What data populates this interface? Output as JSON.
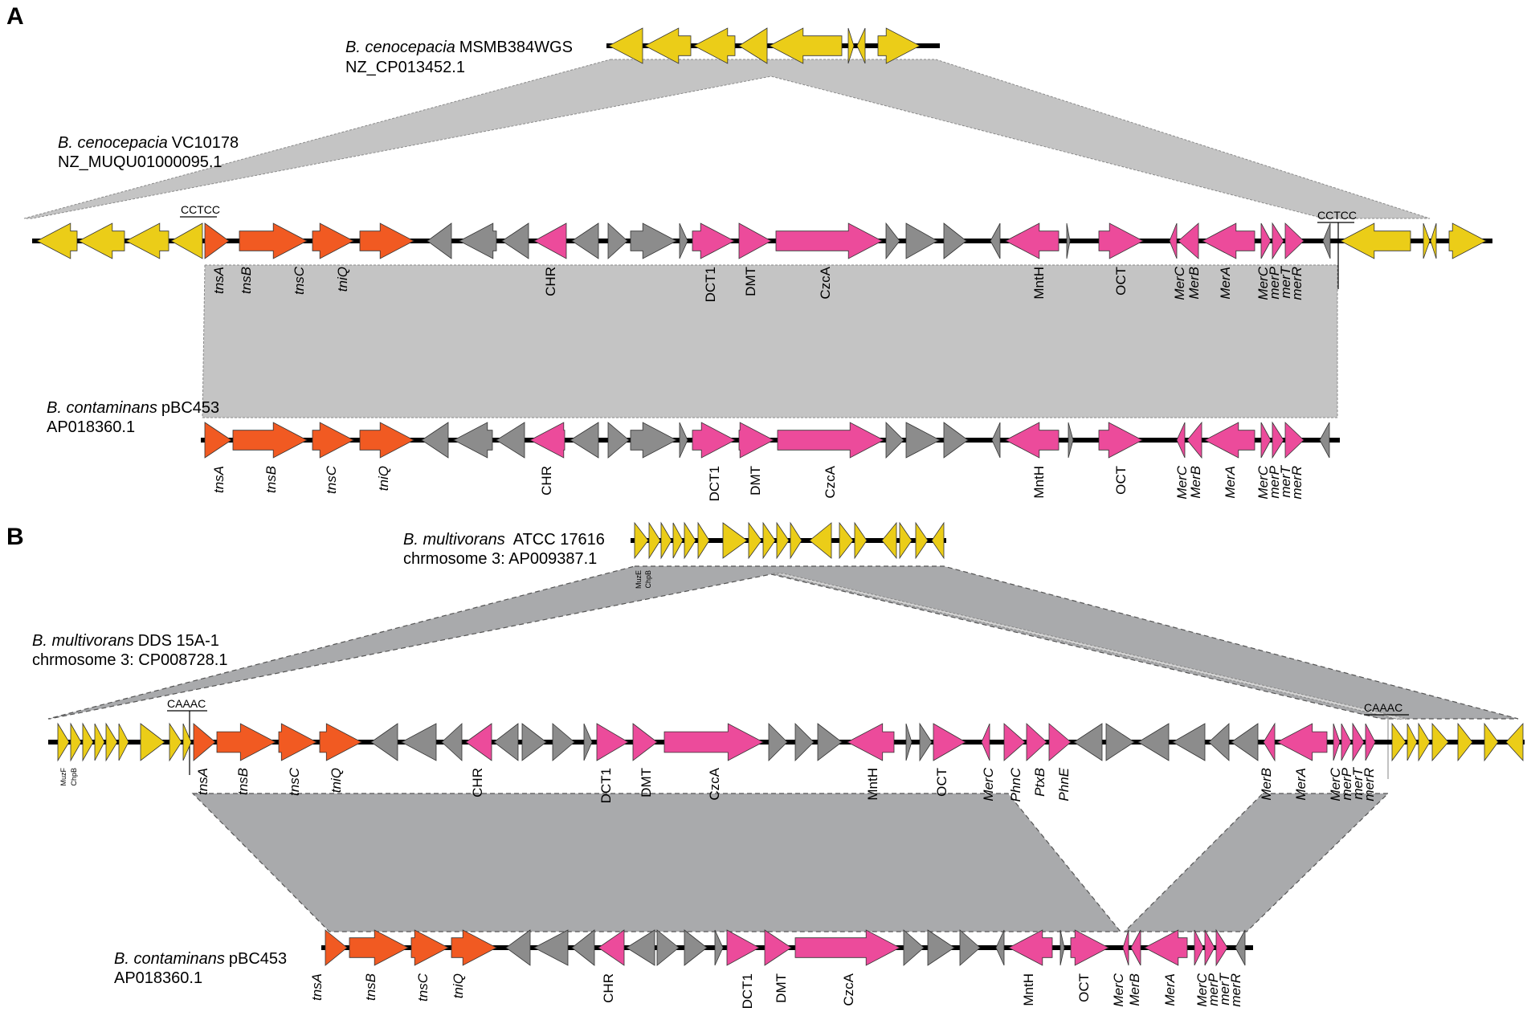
{
  "panels": [
    {
      "letter": "A"
    },
    {
      "letter": "B"
    }
  ],
  "colors": {
    "transposition": "#f15a22",
    "metal_resistance": "#ec4b9b",
    "flanking": "#ebcd18",
    "hypothetical": "#8c8c8c"
  },
  "organisms": {
    "a_top": {
      "species": "B. cenocepacia",
      "strain": "MSMB384WGS",
      "accession": "NZ_CP013452.1"
    },
    "a_mid": {
      "species": "B. cenocepacia",
      "strain": "VC10178",
      "accession": "NZ_MUQU01000095.1"
    },
    "a_bottom": {
      "species": "B. contaminans",
      "strain": "pBC453",
      "accession": "AP018360.1"
    },
    "b_top": {
      "species": "B. multivorans",
      "strain": "ATCC 17616",
      "accession": "chrmosome 3: AP009387.1"
    },
    "b_mid": {
      "species": "B. multivorans",
      "strain": "DDS 15A-1",
      "accession": "chrmosome 3: CP008728.1"
    },
    "b_bottom": {
      "species": "B. contaminans",
      "strain": "pBC453",
      "accession": "AP018360.1"
    }
  },
  "insertion_sites": {
    "a_left": "CCTCC",
    "a_right": "CCTCC",
    "b_left": "CAAAC",
    "b_right": "CAAAC"
  },
  "labels": {
    "a_mid": [
      {
        "t": "tnsA",
        "i": true
      },
      {
        "t": "tnsB",
        "i": true
      },
      {
        "t": "tnsC",
        "i": true
      },
      {
        "t": "tniQ",
        "i": true
      },
      {
        "t": "CHR",
        "i": false
      },
      {
        "t": "DCT1",
        "i": false
      },
      {
        "t": "DMT",
        "i": false
      },
      {
        "t": "CzcA",
        "i": false
      },
      {
        "t": "MntH",
        "i": false
      },
      {
        "t": "OCT",
        "i": false
      },
      {
        "t": "MerC",
        "i": true
      },
      {
        "t": "MerB",
        "i": true
      },
      {
        "t": "MerA",
        "i": true
      },
      {
        "t": "MerC",
        "i": true
      },
      {
        "t": "merP",
        "i": true
      },
      {
        "t": "merT",
        "i": true
      },
      {
        "t": "merR",
        "i": true
      }
    ],
    "a_bottom": [
      {
        "t": "tnsA",
        "i": true
      },
      {
        "t": "tnsB",
        "i": true
      },
      {
        "t": "tnsC",
        "i": true
      },
      {
        "t": "tniQ",
        "i": true
      },
      {
        "t": "CHR",
        "i": false
      },
      {
        "t": "DCT1",
        "i": false
      },
      {
        "t": "DMT",
        "i": false
      },
      {
        "t": "CzcA",
        "i": false
      },
      {
        "t": "MntH",
        "i": false
      },
      {
        "t": "OCT",
        "i": false
      },
      {
        "t": "MerC",
        "i": true
      },
      {
        "t": "MerB",
        "i": true
      },
      {
        "t": "MerA",
        "i": true
      },
      {
        "t": "MerC",
        "i": true
      },
      {
        "t": "merP",
        "i": true
      },
      {
        "t": "merT",
        "i": true
      },
      {
        "t": "merR",
        "i": true
      }
    ],
    "b_top": [
      {
        "t": "MuzE",
        "i": false
      },
      {
        "t": "ChpB",
        "i": false
      }
    ],
    "b_mid_left": [
      {
        "t": "MuzF",
        "i": false
      },
      {
        "t": "ChpB",
        "i": false
      }
    ],
    "b_mid": [
      {
        "t": "tnsA",
        "i": true
      },
      {
        "t": "tnsB",
        "i": true
      },
      {
        "t": "tnsC",
        "i": true
      },
      {
        "t": "tniQ",
        "i": true
      },
      {
        "t": "CHR",
        "i": false
      },
      {
        "t": "DCT1",
        "i": false
      },
      {
        "t": "DMT",
        "i": false
      },
      {
        "t": "CzcA",
        "i": false
      },
      {
        "t": "MntH",
        "i": false
      },
      {
        "t": "OCT",
        "i": false
      },
      {
        "t": "MerC",
        "i": true
      },
      {
        "t": "PhnC",
        "i": true
      },
      {
        "t": "PtxB",
        "i": true
      },
      {
        "t": "PhnE",
        "i": true
      },
      {
        "t": "MerB",
        "i": true
      },
      {
        "t": "MerA",
        "i": true
      },
      {
        "t": "MerC",
        "i": true
      },
      {
        "t": "merP",
        "i": true
      },
      {
        "t": "merT",
        "i": true
      },
      {
        "t": "merR",
        "i": true
      }
    ],
    "b_bottom": [
      {
        "t": "tnsA",
        "i": true
      },
      {
        "t": "tnsB",
        "i": true
      },
      {
        "t": "tnsC",
        "i": true
      },
      {
        "t": "tniQ",
        "i": true
      },
      {
        "t": "CHR",
        "i": false
      },
      {
        "t": "DCT1",
        "i": false
      },
      {
        "t": "DMT",
        "i": false
      },
      {
        "t": "CzcA",
        "i": false
      },
      {
        "t": "MntH",
        "i": false
      },
      {
        "t": "OCT",
        "i": false
      },
      {
        "t": "MerC",
        "i": true
      },
      {
        "t": "MerB",
        "i": true
      },
      {
        "t": "MerA",
        "i": true
      },
      {
        "t": "MerC",
        "i": true
      },
      {
        "t": "merP",
        "i": true
      },
      {
        "t": "merT",
        "i": true
      },
      {
        "t": "merR",
        "i": true
      }
    ]
  }
}
